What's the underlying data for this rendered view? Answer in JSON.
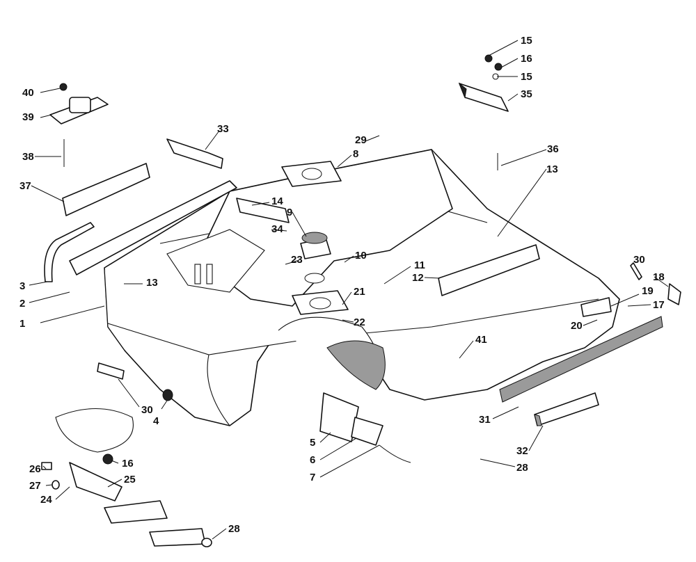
{
  "callouts": [
    {
      "id": "c1",
      "text": "1"
    },
    {
      "id": "c2",
      "text": "2"
    },
    {
      "id": "c3",
      "text": "3"
    },
    {
      "id": "c4",
      "text": "4"
    },
    {
      "id": "c5",
      "text": "5"
    },
    {
      "id": "c6",
      "text": "6"
    },
    {
      "id": "c7",
      "text": "7"
    },
    {
      "id": "c8",
      "text": "8"
    },
    {
      "id": "c9",
      "text": "9"
    },
    {
      "id": "c10",
      "text": "10"
    },
    {
      "id": "c11",
      "text": "11"
    },
    {
      "id": "c12",
      "text": "12"
    },
    {
      "id": "c13a",
      "text": "13"
    },
    {
      "id": "c13b",
      "text": "13"
    },
    {
      "id": "c14",
      "text": "14"
    },
    {
      "id": "c15a",
      "text": "15"
    },
    {
      "id": "c15b",
      "text": "15"
    },
    {
      "id": "c16a",
      "text": "16"
    },
    {
      "id": "c16b",
      "text": "16"
    },
    {
      "id": "c17",
      "text": "17"
    },
    {
      "id": "c18",
      "text": "18"
    },
    {
      "id": "c19",
      "text": "19"
    },
    {
      "id": "c20",
      "text": "20"
    },
    {
      "id": "c21",
      "text": "21"
    },
    {
      "id": "c22",
      "text": "22"
    },
    {
      "id": "c23",
      "text": "23"
    },
    {
      "id": "c24",
      "text": "24"
    },
    {
      "id": "c25",
      "text": "25"
    },
    {
      "id": "c26",
      "text": "26"
    },
    {
      "id": "c27",
      "text": "27"
    },
    {
      "id": "c28a",
      "text": "28"
    },
    {
      "id": "c28b",
      "text": "28"
    },
    {
      "id": "c29",
      "text": "29"
    },
    {
      "id": "c30a",
      "text": "30"
    },
    {
      "id": "c30b",
      "text": "30"
    },
    {
      "id": "c31",
      "text": "31"
    },
    {
      "id": "c32",
      "text": "32"
    },
    {
      "id": "c33",
      "text": "33"
    },
    {
      "id": "c34",
      "text": "34"
    },
    {
      "id": "c35",
      "text": "35"
    },
    {
      "id": "c36",
      "text": "36"
    },
    {
      "id": "c37",
      "text": "37"
    },
    {
      "id": "c38",
      "text": "38"
    },
    {
      "id": "c39",
      "text": "39"
    },
    {
      "id": "c40",
      "text": "40"
    },
    {
      "id": "c41",
      "text": "41"
    }
  ]
}
